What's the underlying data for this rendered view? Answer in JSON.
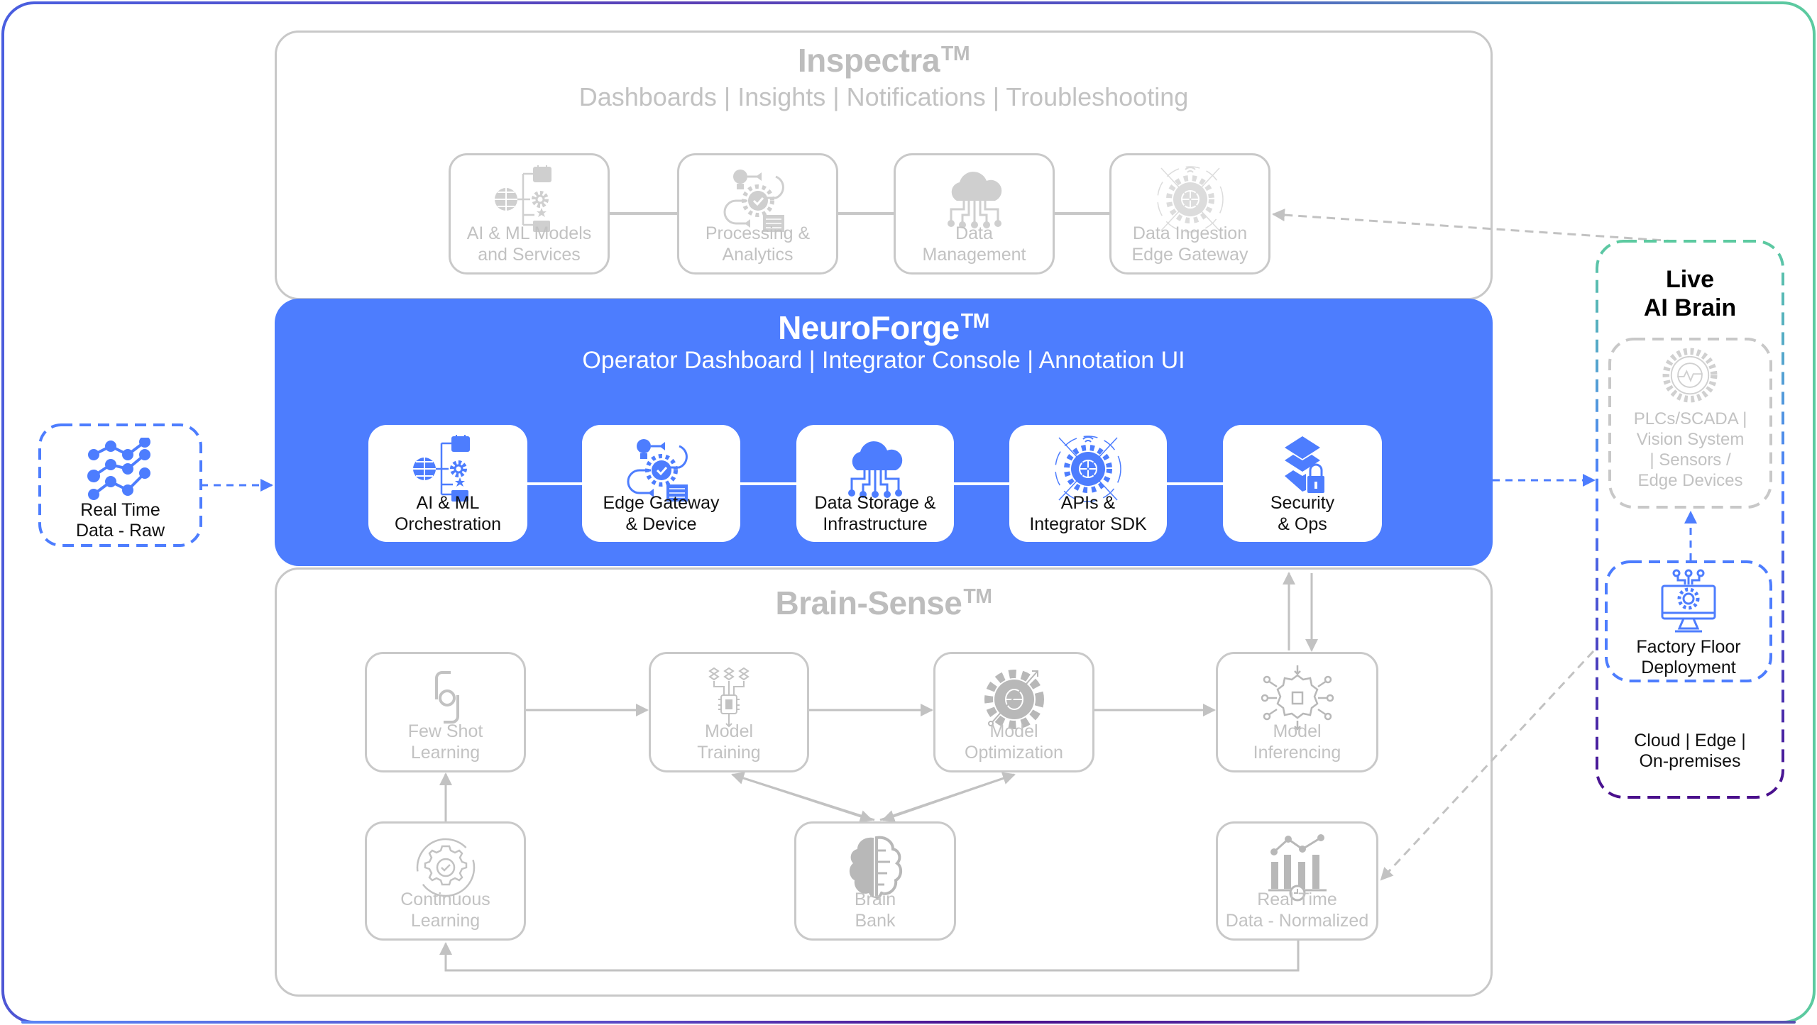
{
  "colors": {
    "brand_blue": "#4d7dfe",
    "muted_grey": "#c2c2c2",
    "frame_teal": "#5ccaa0",
    "frame_purple": "#4a0f8c"
  },
  "inspectra": {
    "title": "Inspectra",
    "tm": "TM",
    "subtitle": "Dashboards | Insights | Notifications | Troubleshooting",
    "cards": [
      {
        "label": "AI & ML Models\nand Services",
        "icon": "orchestration-icon"
      },
      {
        "label": "Processing &\nAnalytics",
        "icon": "processing-cycle-icon"
      },
      {
        "label": "Data\nManagement",
        "icon": "cloud-network-icon"
      },
      {
        "label": "Data Ingestion\nEdge Gateway",
        "icon": "gear-globe-icon"
      }
    ]
  },
  "neuroforge": {
    "title": "NeuroForge",
    "tm": "TM",
    "subtitle": "Operator Dashboard | Integrator Console | Annotation UI",
    "cards": [
      {
        "label": "AI & ML\nOrchestration",
        "icon": "orchestration-icon"
      },
      {
        "label": "Edge Gateway\n& Device",
        "icon": "processing-cycle-icon"
      },
      {
        "label": "Data Storage &\nInfrastructure",
        "icon": "cloud-network-icon"
      },
      {
        "label": "APIs &\nIntegrator SDK",
        "icon": "gear-globe-icon"
      },
      {
        "label": "Security\n& Ops",
        "icon": "layers-lock-icon"
      }
    ]
  },
  "brain_sense": {
    "title": "Brain-Sense",
    "tm": "TM",
    "cards": [
      {
        "label": "Few Shot\nLearning",
        "icon": "focus-camera-icon"
      },
      {
        "label": "Model\nTraining",
        "icon": "chip-training-icon"
      },
      {
        "label": "Model\nOptimization",
        "icon": "gear-optimization-icon"
      },
      {
        "label": "Model\nInferencing",
        "icon": "chip-network-icon"
      },
      {
        "label": "Continuous\nLearning",
        "icon": "gear-cycle-icon"
      },
      {
        "label": "Brain\nBank",
        "icon": "brain-icon"
      },
      {
        "label": "Real Time\nData - Normalized",
        "icon": "chart-clock-icon"
      }
    ]
  },
  "raw_data": {
    "label": "Real Time\nData - Raw",
    "icon": "line-chart-icon"
  },
  "live_ai_brain": {
    "title": "Live\nAI Brain",
    "systems_label": "PLCs/SCADA |\nVision System\n| Sensors /\nEdge Devices",
    "systems_icon": "gear-pulse-icon",
    "factory_label": "Factory Floor\nDeployment",
    "factory_icon": "monitor-gear-icon",
    "deployment_label": "Cloud | Edge |\nOn-premises"
  }
}
